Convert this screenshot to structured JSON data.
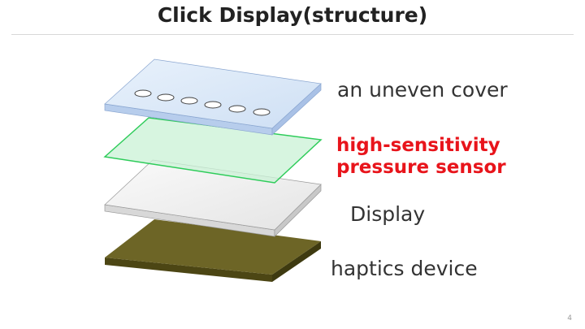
{
  "slide": {
    "title": "Click Display(structure)",
    "page_number": "4"
  },
  "layers": [
    {
      "label": "an uneven cover",
      "color": "#333333"
    },
    {
      "label_line1": "high-sensitivity",
      "label_line2": "pressure sensor",
      "color": "#e8141b"
    },
    {
      "label": "Display",
      "color": "#333333"
    },
    {
      "label": "haptics device",
      "color": "#333333"
    }
  ]
}
